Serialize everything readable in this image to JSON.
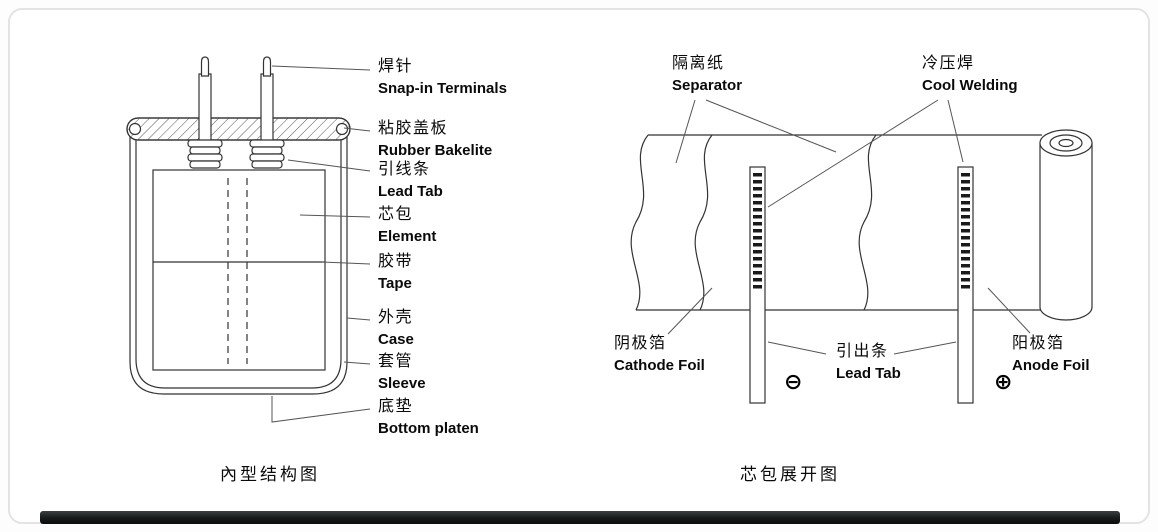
{
  "left_diagram": {
    "caption": "內型结构图",
    "labels": [
      {
        "zh": "焊针",
        "en": "Snap-in Terminals"
      },
      {
        "zh": "粘胶盖板",
        "en": "Rubber Bakelite"
      },
      {
        "zh": "引线条",
        "en": "Lead Tab"
      },
      {
        "zh": "芯包",
        "en": "Element"
      },
      {
        "zh": "胶带",
        "en": "Tape"
      },
      {
        "zh": "外壳",
        "en": "Case"
      },
      {
        "zh": "套管",
        "en": "Sleeve"
      },
      {
        "zh": "底垫",
        "en": "Bottom platen"
      }
    ]
  },
  "right_diagram": {
    "caption": "芯包展开图",
    "top_labels": [
      {
        "zh": "隔离纸",
        "en": "Separator"
      },
      {
        "zh": "冷压焊",
        "en": "Cool Welding"
      }
    ],
    "bottom_labels": [
      {
        "zh": "阴极箔",
        "en": "Cathode Foil"
      },
      {
        "zh": "引出条",
        "en": "Lead Tab"
      },
      {
        "zh": "阳极箔",
        "en": "Anode Foil"
      }
    ],
    "polarity": {
      "negative": "⊖",
      "positive": "⊕"
    }
  },
  "colors": {
    "line": "#333333",
    "leader": "#555555",
    "bottom_bar": "#17191a"
  }
}
